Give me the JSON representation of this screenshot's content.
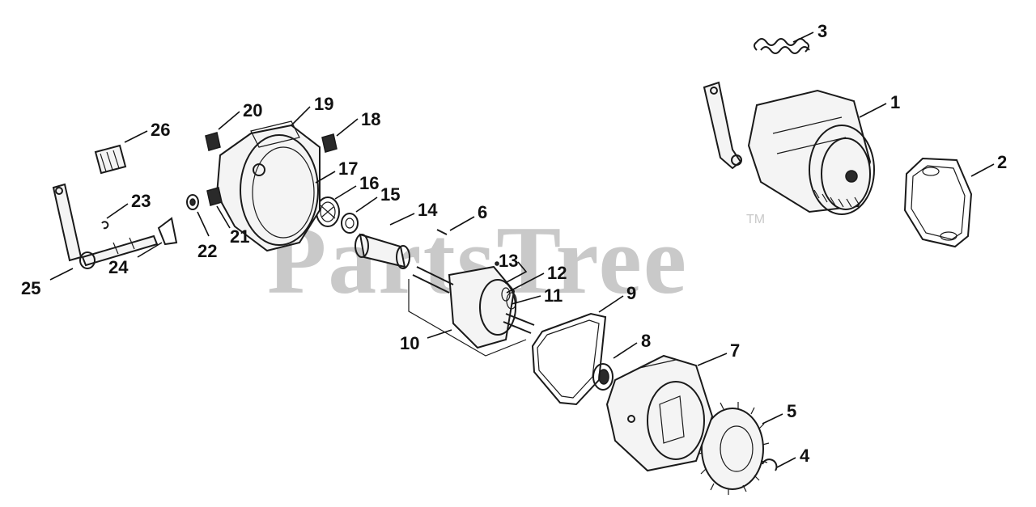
{
  "watermark": {
    "brand": "PartsTree",
    "tm": "TM"
  },
  "callouts": {
    "c1": "1",
    "c2": "2",
    "c3": "3",
    "c4": "4",
    "c5": "5",
    "c6": "6",
    "c7": "7",
    "c8": "8",
    "c9": "9",
    "c10": "10",
    "c11": "11",
    "c12": "12",
    "c13": "13",
    "c14": "14",
    "c15": "15",
    "c16": "16",
    "c17": "17",
    "c18": "18",
    "c19": "19",
    "c20": "20",
    "c21": "21",
    "c22": "22",
    "c23": "23",
    "c24": "24",
    "c25": "25",
    "c26": "26"
  }
}
